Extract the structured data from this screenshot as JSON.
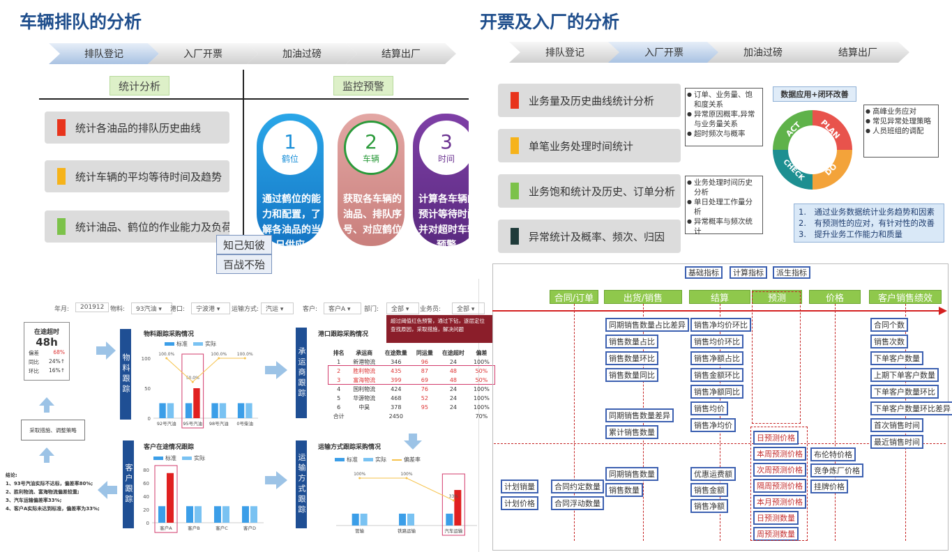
{
  "left_title": "车辆排队的分析",
  "right_title": "开票及入厂的分析",
  "flow_steps": [
    "排队登记",
    "入厂开票",
    "加油过磅",
    "结算出厂"
  ],
  "left": {
    "stat_label": "统计分析",
    "monitor_label": "监控预警",
    "rows": [
      {
        "text": "统计各油品的排队历史曲线",
        "color": "#e8341c"
      },
      {
        "text": "统计车辆的平均等待时间及趋势",
        "color": "#f6b31a"
      },
      {
        "text": "统计油品、鹤位的作业能力及负荷",
        "color": "#7cc24a"
      }
    ],
    "pills": [
      {
        "num": "1",
        "label": "鹤位",
        "text": [
          "通过鹤位的能",
          "力和配置，了",
          "解各油品的当",
          "日供应"
        ],
        "color": "#1a8fd8"
      },
      {
        "num": "2",
        "label": "车辆",
        "text": [
          "获取各车辆的",
          "油品、排队序",
          "号、对应鹤位"
        ],
        "color": "#d4908e"
      },
      {
        "num": "3",
        "label": "时间",
        "text": [
          "计算各车辆的",
          "预计等待时间,",
          "并对超时车辆",
          "预警"
        ],
        "color": "#6b3391"
      }
    ],
    "tags": [
      "知己知彼",
      "百战不殆"
    ]
  },
  "right": {
    "rows": [
      {
        "text": "业务量及历史曲线统计分析",
        "color": "#e8341c"
      },
      {
        "text": "单笔业务处理时间统计",
        "color": "#f6b31a"
      },
      {
        "text": "业务饱和统计及历史、订单分析",
        "color": "#7cc24a"
      },
      {
        "text": "异常统计及概率、频次、归因",
        "color": "#1f3b3a"
      }
    ],
    "note1": [
      "订单、业务量、饱和度关系",
      "异常原因概率,异常与业务量关系",
      "超时频次与概率"
    ],
    "note2": [
      "业务处理时间历史分析",
      "单日处理工作量分析",
      "异常概率与频次统计"
    ],
    "note3": [
      "高峰业务应对",
      "常见异常处理策略",
      "人员班组的调配"
    ],
    "pdca_title": "数据应用+闭环改善",
    "pdca": [
      "ACT",
      "PLAN",
      "DO",
      "CHECK"
    ],
    "summary": [
      "1.　通过业务数据统计业务趋势和因素",
      "2.　有预测性的应对，有针对性的改善",
      "3.　提升业务工作能力和质量"
    ]
  },
  "dashboard": {
    "filters": [
      "年月:",
      "201912",
      "物料:",
      "93汽油",
      "港口:",
      "宁波港",
      "运输方式:",
      "汽运",
      "客户:",
      "客户A",
      "部门:",
      "全部",
      "业务员:",
      "全部"
    ],
    "kpi": {
      "title": "在途超时",
      "value": "48h",
      "rows": [
        [
          "偏差",
          "68%"
        ],
        [
          "同比",
          "24%↑"
        ],
        [
          "环比",
          "16%↑"
        ]
      ]
    },
    "measure": "采取措施、调整策略",
    "conclusion": [
      "结论:",
      "1、93号汽油实际不达标，偏差率80%;",
      "2、胜利物流、富海物流偏差较重;",
      "3、汽车运输偏差率33%;",
      "4、客户A实际未达到标准，偏差率为33%;"
    ],
    "banners": [
      "物料跟踪",
      "客户跟踪",
      "承运商跟踪",
      "运输方式跟踪"
    ],
    "alert": "超过阈值红色预警，通过下钻，逐层定位查找原因，采取措施，解决问题",
    "charts": {
      "material": {
        "title": "物料跟踪采购情况",
        "legend": [
          "标准",
          "实际"
        ],
        "yticks": [
          "100",
          "50",
          "0"
        ],
        "categories": [
          "92号汽油",
          "95号汽油",
          "98号汽油",
          "0号柴油"
        ],
        "standard": [
          25,
          25,
          25,
          25
        ],
        "actual": [
          25,
          50,
          25,
          25
        ],
        "pct": [
          "100.0%",
          "50.0%",
          "100.0%",
          "100.0%"
        ]
      },
      "customer": {
        "title": "客户在途情况跟踪",
        "legend": [
          "标准",
          "实际"
        ],
        "yticks": [
          "80",
          "60",
          "40",
          "20",
          "0"
        ],
        "categories": [
          "客户A",
          "客户B",
          "客户C",
          "客户D"
        ],
        "standard": [
          25,
          25,
          25,
          25
        ],
        "actual": [
          75,
          25,
          25,
          25
        ]
      },
      "transport": {
        "title": "运输方式跟踪采购情况",
        "legend": [
          "标准",
          "实际",
          "偏差率"
        ],
        "categories": [
          "管输",
          "铁路运输",
          "汽车运输"
        ],
        "standard": [
          25,
          25,
          25
        ],
        "actual": [
          25,
          25,
          75
        ],
        "pct": [
          "100%",
          "100%",
          "33%"
        ]
      }
    },
    "port_table": {
      "title": "港口跟踪采购情况",
      "headers": [
        "排名",
        "承运商",
        "在途数量",
        "同运量",
        "在途超时",
        "偏差"
      ],
      "rows": [
        [
          "1",
          "新港物流",
          "346",
          "96",
          "24",
          "100%"
        ],
        [
          "2",
          "胜利物流",
          "435",
          "87",
          "48",
          "50%"
        ],
        [
          "3",
          "富海物流",
          "399",
          "69",
          "48",
          "50%"
        ],
        [
          "4",
          "国利物流",
          "424",
          "76",
          "24",
          "100%"
        ],
        [
          "5",
          "华源物流",
          "468",
          "52",
          "24",
          "100%"
        ],
        [
          "6",
          "中昊",
          "378",
          "95",
          "24",
          "100%"
        ],
        [
          "合计",
          "",
          "2450",
          "",
          "",
          "70%"
        ]
      ]
    }
  },
  "metrics": {
    "legend": [
      "基础指标",
      "计算指标",
      "派生指标"
    ],
    "columns": [
      {
        "head": "合同/订单",
        "upper": [],
        "lower": [
          "合同约定数量",
          "合同浮动数量"
        ]
      },
      {
        "head": "出货/销售",
        "upper": [
          "同期销售数量占比差异",
          "销售数量占比",
          "销售数量环比",
          "销售数量同比",
          "同期销售数量差异",
          "累计销售数量"
        ],
        "lower": [
          "同期销售数量",
          "销售数量"
        ]
      },
      {
        "head": "结算",
        "upper": [
          "销售净均价环比",
          "销售均价环比",
          "销售净额占比",
          "销售金额环比",
          "销售净额同比",
          "销售均价",
          "销售净均价"
        ],
        "lower": [
          "优惠运费额",
          "销售金额",
          "销售净额"
        ]
      },
      {
        "head": "预测",
        "upper": [],
        "lower": [
          "日预测价格",
          "本周预测价格",
          "次周预测价格",
          "隔周预测价格",
          "本月预测价格",
          "日预测数量",
          "周预测数量"
        ]
      },
      {
        "head": "价格",
        "upper": [],
        "lower": [
          "布伦特价格",
          "竞争炼厂价格",
          "挂牌价格"
        ]
      },
      {
        "head": "客户销售绩效",
        "upper": [
          "合同个数",
          "销售次数",
          "下单客户数量",
          "上期下单客户数量",
          "下单客户数量环比",
          "下单客户数量环比差异",
          "首次销售时间",
          "最近销售时间"
        ],
        "lower": []
      }
    ],
    "left_items": [
      "计划销量",
      "计划价格"
    ]
  }
}
